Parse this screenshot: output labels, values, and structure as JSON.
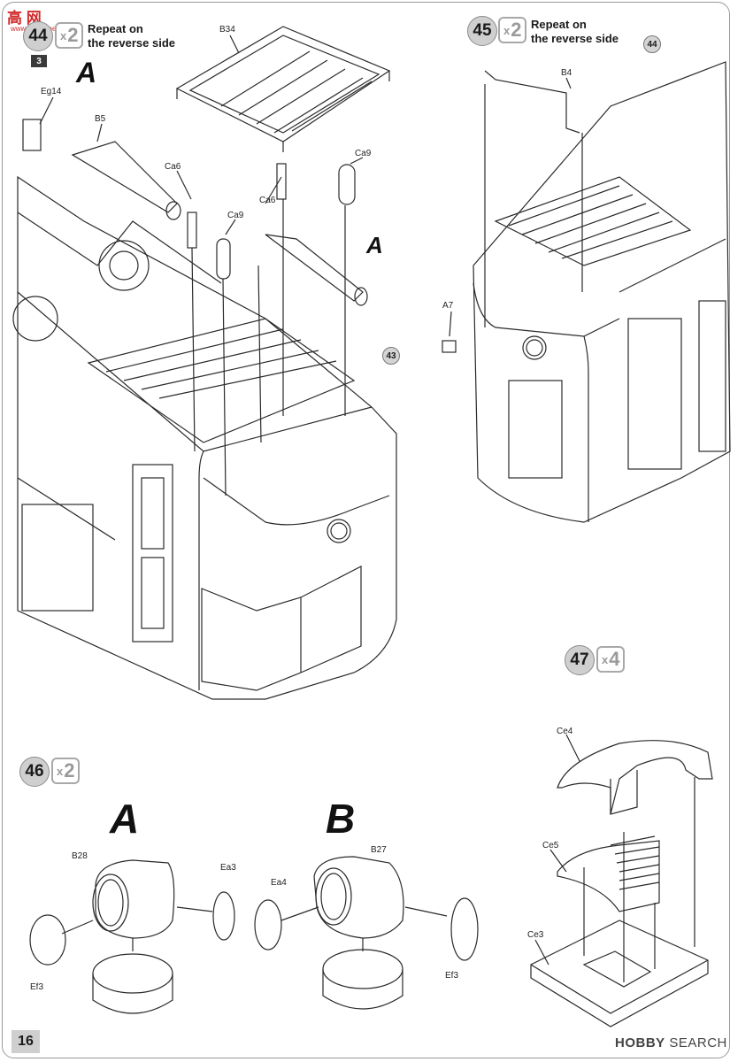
{
  "watermark": {
    "logo_text": "高 网",
    "site": "www.hobby.net",
    "brand_bold": "HOBBY",
    "brand_rest": "SEARCH"
  },
  "page_number": "16",
  "section_badge": "3",
  "steps": [
    {
      "id": "44",
      "multiplier_x": "x",
      "multiplier_n": "2",
      "note_line1": "Repeat on",
      "note_line2": "the reverse side"
    },
    {
      "id": "45",
      "multiplier_x": "x",
      "multiplier_n": "2",
      "note_line1": "Repeat on",
      "note_line2": "the reverse side"
    },
    {
      "id": "46",
      "multiplier_x": "x",
      "multiplier_n": "2"
    },
    {
      "id": "47",
      "multiplier_x": "x",
      "multiplier_n": "4"
    }
  ],
  "callouts": {
    "a1": "A",
    "a2": "A",
    "a3": "A",
    "b1": "B"
  },
  "ref_badges": {
    "r43": "43",
    "r44": "44"
  },
  "parts": {
    "eg14": "Eg14",
    "b5": "B5",
    "b34": "B34",
    "ca6_left": "Ca6",
    "ca9_left": "Ca9",
    "ca6_mid": "Ca6",
    "ca9_right": "Ca9",
    "b4": "B4",
    "a7": "A7",
    "b28": "B28",
    "ea3": "Ea3",
    "ef3_left": "Ef3",
    "b27": "B27",
    "ea4": "Ea4",
    "ef3_right": "Ef3",
    "ce4": "Ce4",
    "ce5": "Ce5",
    "ce3": "Ce3"
  }
}
